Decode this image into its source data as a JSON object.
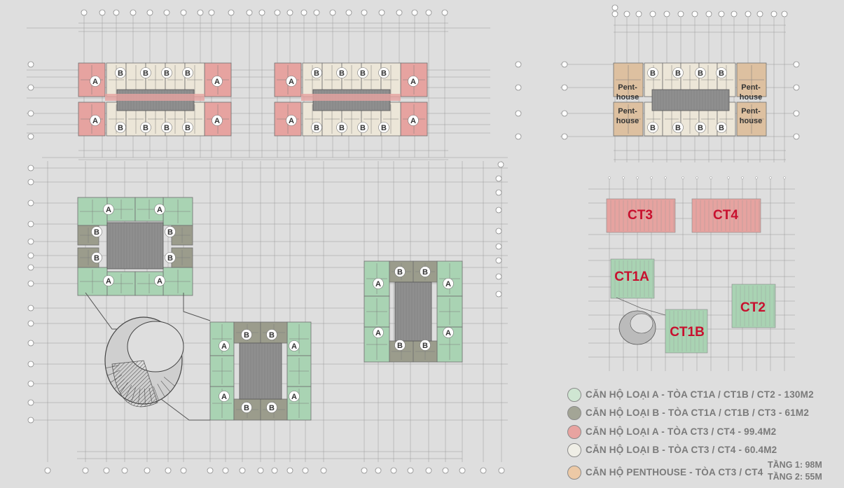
{
  "site_labels": {
    "ct3": "CT3",
    "ct4": "CT4",
    "ct1a": "CT1A",
    "ct1b": "CT1B",
    "ct2": "CT2"
  },
  "unit_tags": {
    "a": "A",
    "b": "B",
    "penthouse_line1": "Pent-",
    "penthouse_line2": "house"
  },
  "colors": {
    "type_a_tower": "#a9d3b3",
    "type_b_tower": "#9b9c8c",
    "type_a_ct3_ct4": "#e6a3a0",
    "type_b_ct3_ct4": "#ece6d8",
    "penthouse": "#ddc0a0",
    "site_label": "#c8102e"
  },
  "legend": [
    {
      "label": "CĂN HỘ LOẠI A - TÒA CT1A / CT1B / CT2 - 130M2",
      "color": "#cfe6d2"
    },
    {
      "label": "CĂN HỘ LOẠI B - TÒA CT1A / CT1B / CT3 - 61M2",
      "color": "#a3a596"
    },
    {
      "label": "CĂN HỘ LOẠI A - TÒA CT3 / CT4 - 99.4M2",
      "color": "#e8a3a0"
    },
    {
      "label": "CĂN HỘ LOẠI B - TÒA CT3 / CT4 - 60.4M2",
      "color": "#efeee6"
    },
    {
      "label": "CĂN HỘ PENTHOUSE - TÒA CT3 / CT4",
      "color": "#ecc9a6"
    }
  ],
  "penthouse_floors": {
    "floor1": "TẦNG 1: 98M",
    "floor2": "TẦNG 2: 55M"
  }
}
